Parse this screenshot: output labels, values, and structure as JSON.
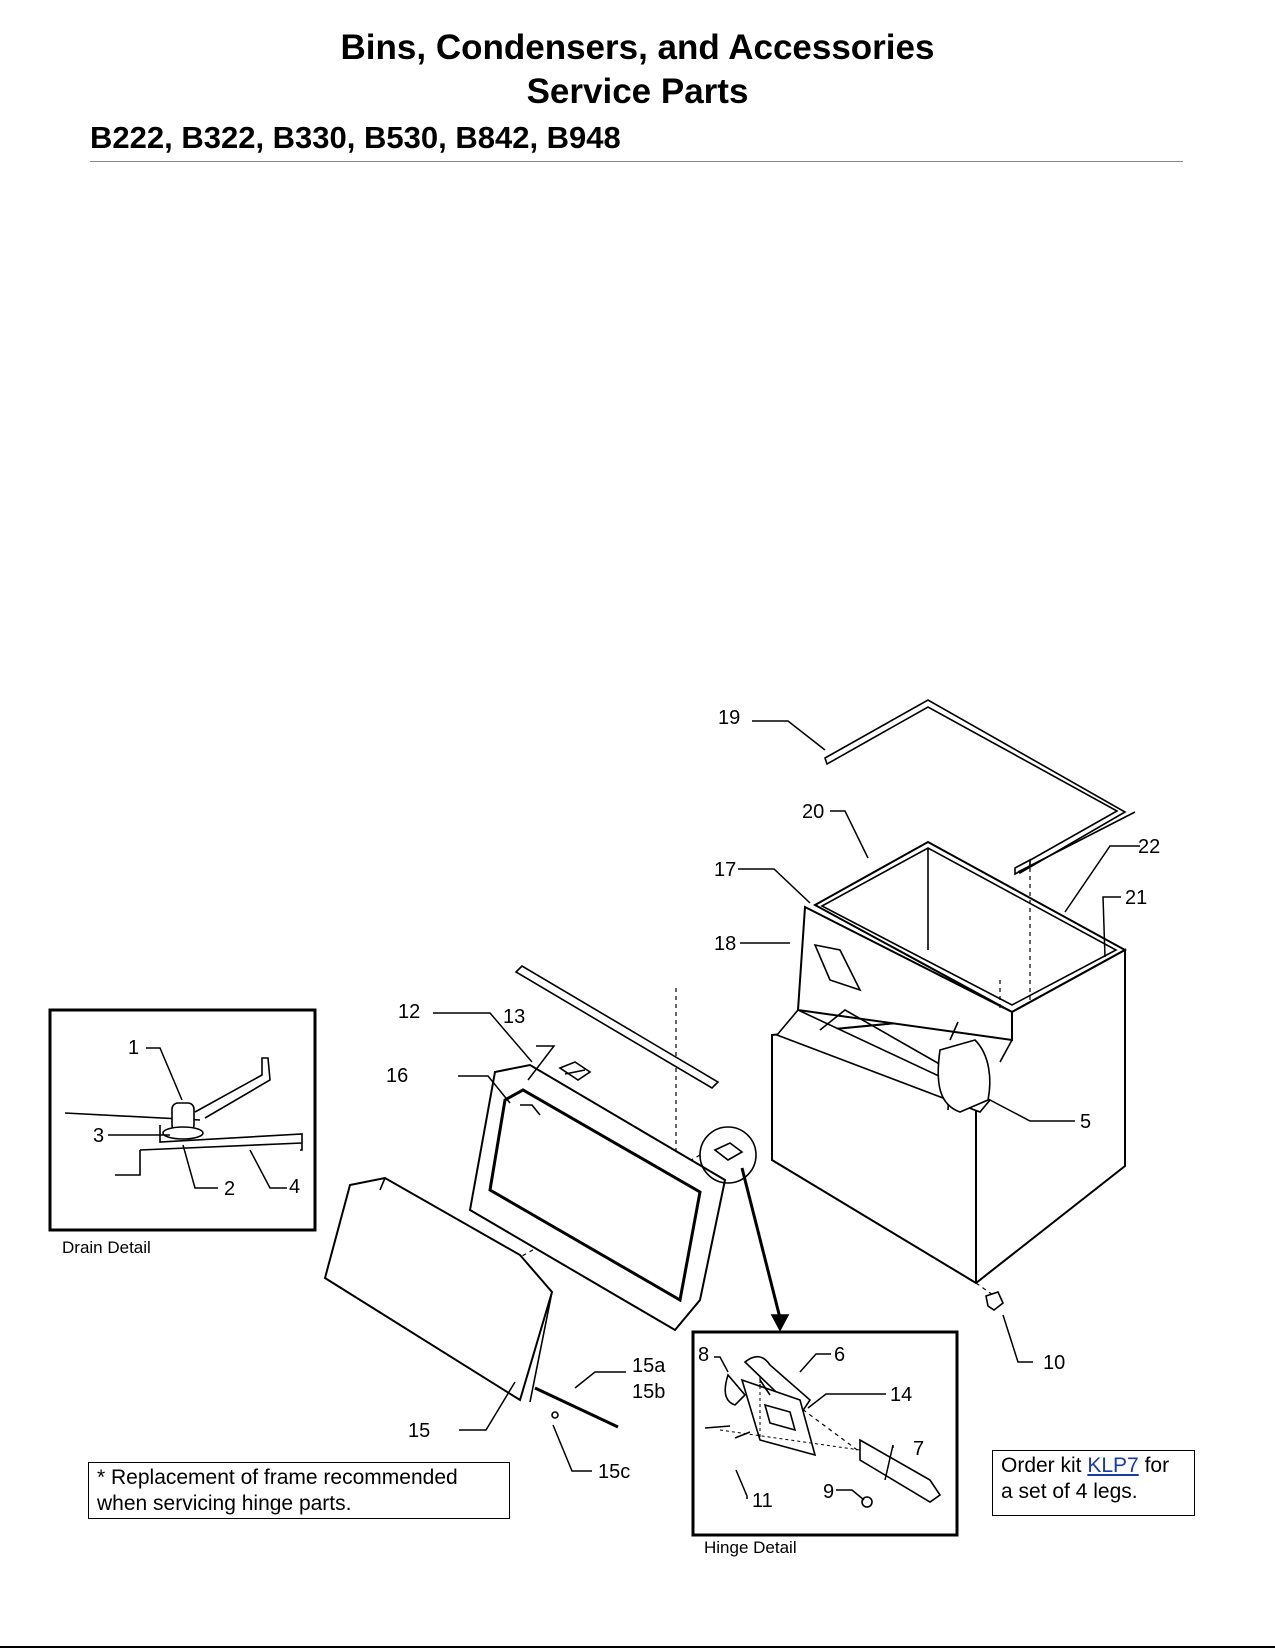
{
  "header": {
    "title_line1": "Bins, Condensers, and Accessories",
    "title_line2": "Service Parts",
    "models": "B222, B322, B330, B530, B842, B948"
  },
  "callouts": {
    "c1": "1",
    "c2": "2",
    "c3": "3",
    "c4": "4",
    "c5": "5",
    "c6": "6",
    "c7": "7",
    "c8": "8",
    "c9": "9",
    "c10": "10",
    "c11": "11",
    "c12": "12",
    "c13": "13",
    "c14": "14",
    "c15": "15",
    "c15a": "15a",
    "c15b": "15b",
    "c15c": "15c",
    "c16": "16",
    "c17": "17",
    "c18": "18",
    "c19": "19",
    "c20": "20",
    "c21": "21",
    "c22": "22"
  },
  "captions": {
    "drain": "Drain Detail",
    "hinge": "Hinge Detail"
  },
  "notes": {
    "frame_line1": "* Replacement of frame recommended",
    "frame_line2": "when servicing hinge parts.",
    "kit_prefix": "Order kit",
    "kit_link": "KLP7",
    "kit_suffix": "for",
    "kit_line2": "a set of 4 legs."
  }
}
